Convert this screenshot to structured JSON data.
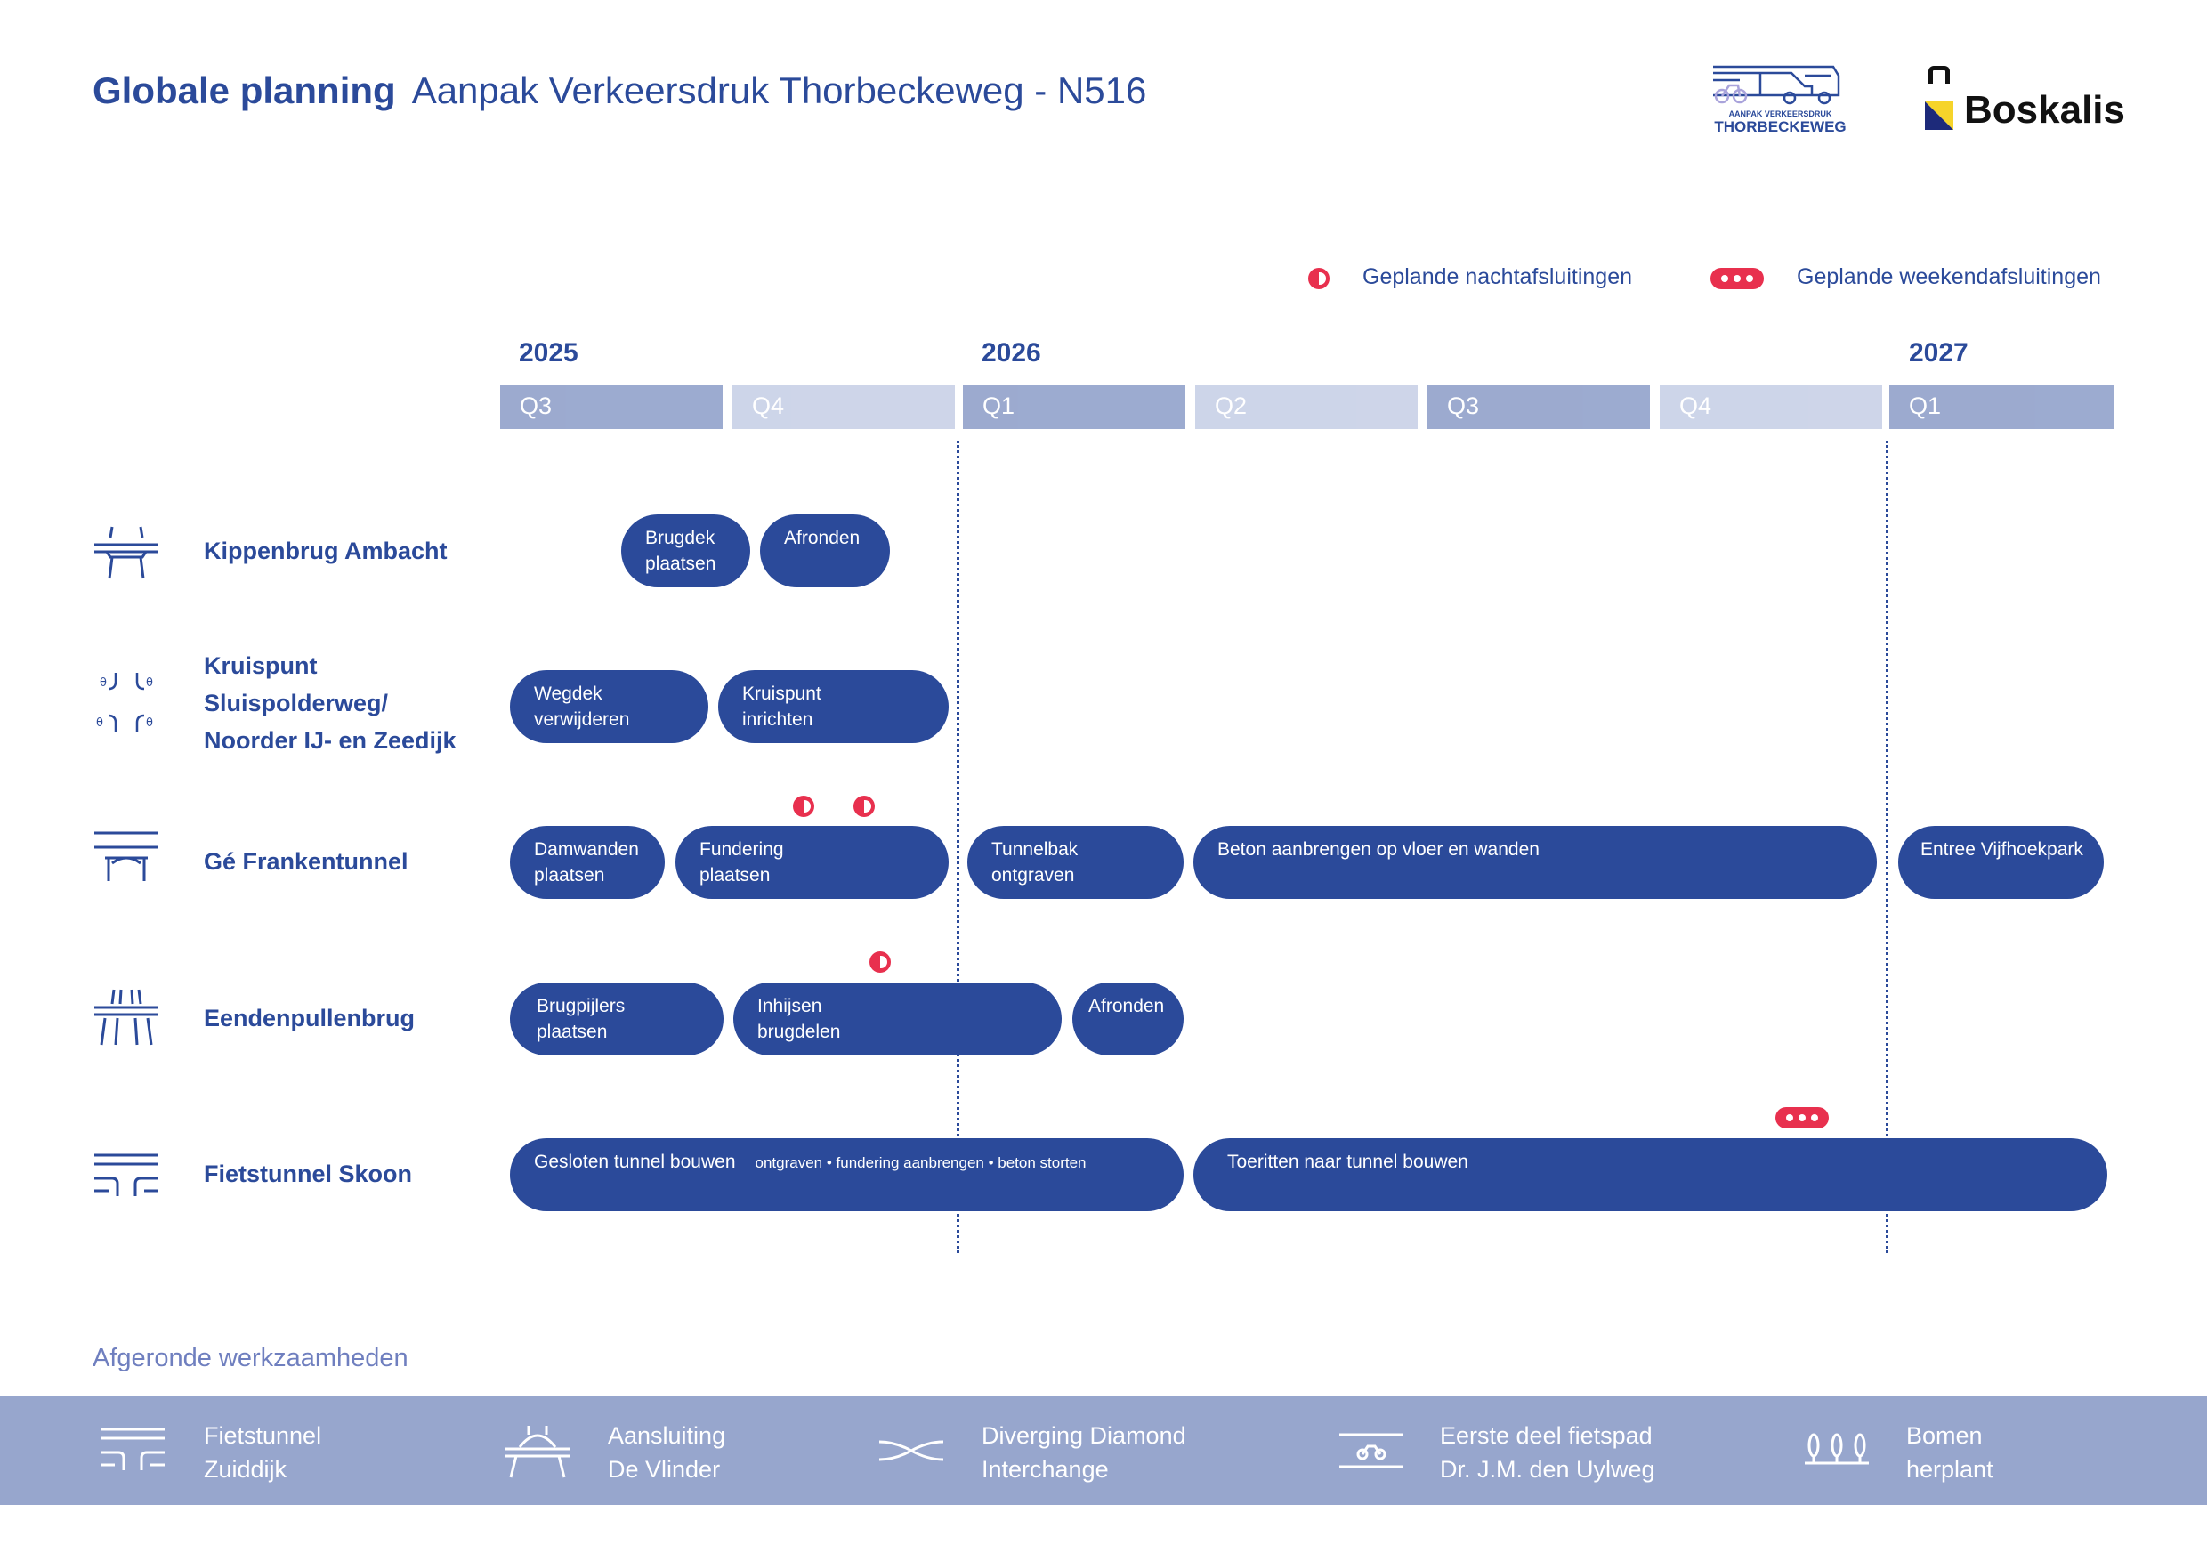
{
  "header": {
    "title_bold": "Globale planning",
    "title_rest": "Aanpak Verkeersdruk Thorbeckeweg - N516",
    "logo_project": {
      "top": "AANPAK VERKEERSDRUK",
      "bottom": "THORBECKEWEG"
    },
    "logo_company": "Boskalis"
  },
  "legend": {
    "night": "Geplande nachtafsluitingen",
    "weekend": "Geplande weekendafsluitingen"
  },
  "years": [
    "2025",
    "2026",
    "2027"
  ],
  "quarters": [
    "Q3",
    "Q4",
    "Q1",
    "Q2",
    "Q3",
    "Q4",
    "Q1"
  ],
  "rows": [
    {
      "label": "Kippenbrug Ambacht",
      "bars": [
        [
          "Brugdek",
          "plaatsen"
        ],
        [
          "Afronden"
        ]
      ]
    },
    {
      "label_lines": [
        "Kruispunt",
        "Sluispolderweg/",
        "Noorder IJ- en Zeedijk"
      ],
      "bars": [
        [
          "Wegdek",
          "verwijderen"
        ],
        [
          "Kruispunt",
          "inrichten"
        ]
      ]
    },
    {
      "label": "Gé Frankentunnel",
      "bars": [
        [
          "Damwanden",
          "plaatsen"
        ],
        [
          "Fundering",
          "plaatsen"
        ],
        [
          "Tunnelbak",
          "ontgraven"
        ],
        [
          "Beton aanbrengen op vloer en wanden"
        ],
        [
          "Entree Vijfhoekpark"
        ]
      ]
    },
    {
      "label": "Eendenpullenbrug",
      "bars": [
        [
          "Brugpijlers",
          "plaatsen"
        ],
        [
          "Inhijsen",
          "brugdelen"
        ],
        [
          "Afronden"
        ]
      ]
    },
    {
      "label": "Fietstunnel Skoon",
      "bars": [
        {
          "title": "Gesloten tunnel bouwen",
          "sub": "ontgraven • fundering aanbrengen • beton storten"
        },
        [
          "Toeritten naar tunnel bouwen"
        ]
      ]
    }
  ],
  "completed": {
    "title": "Afgeronde werkzaamheden",
    "items": [
      [
        "Fietstunnel",
        "Zuiddijk"
      ],
      [
        "Aansluiting",
        "De Vlinder"
      ],
      [
        "Diverging Diamond",
        "Interchange"
      ],
      [
        "Eerste deel fietspad",
        "Dr. J.M. den Uylweg"
      ],
      [
        "Bomen",
        "herplant"
      ]
    ]
  },
  "colors": {
    "primary": "#2b4a9a",
    "quarter_dark": "#97a6cd",
    "quarter_light": "#cbd3e8",
    "closure": "#e8304e"
  }
}
